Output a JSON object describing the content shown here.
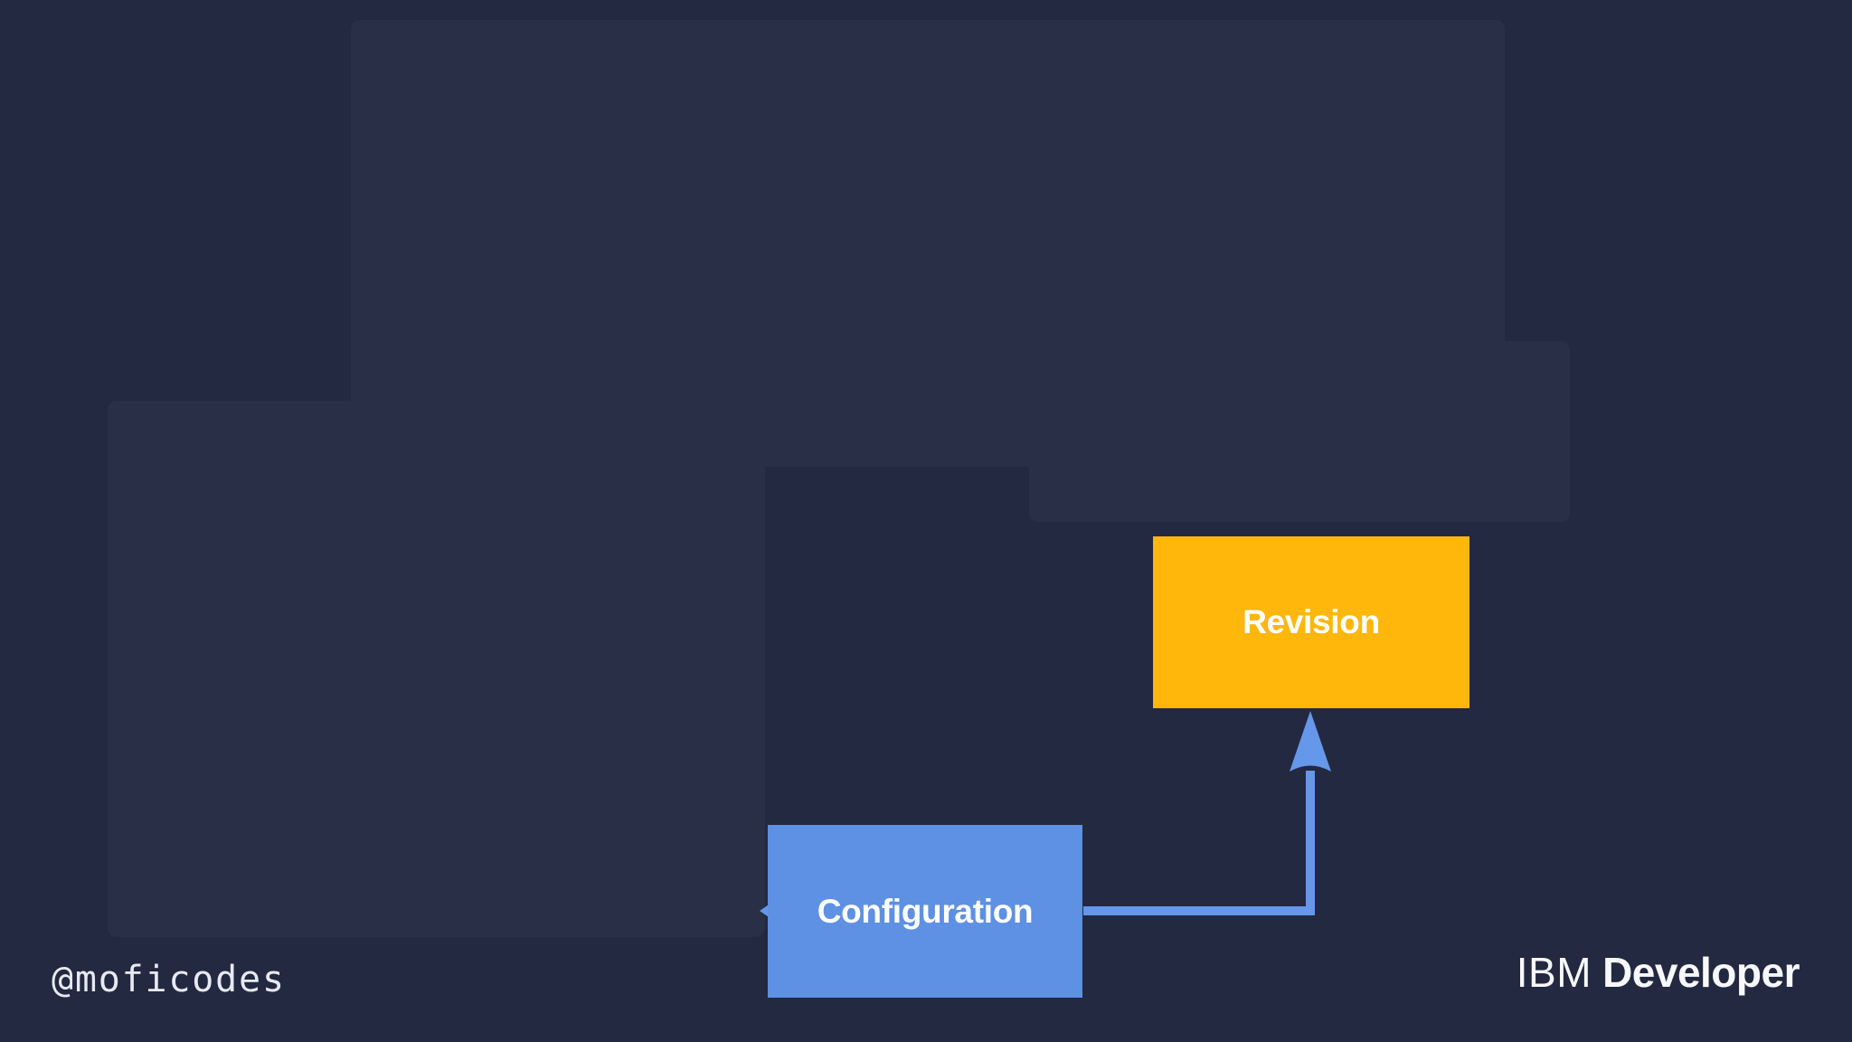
{
  "slide": {
    "type": "presentation-slide",
    "diagram": {
      "nodes": [
        {
          "id": "configuration",
          "label": "Configuration",
          "color": "#5E90E4",
          "text_color": "#FFFFFF"
        },
        {
          "id": "revision",
          "label": "Revision",
          "color": "#FEB70A",
          "text_color": "#FFFFFF"
        }
      ],
      "edges": [
        {
          "from": "configuration",
          "to": "revision",
          "shape": "elbow-up",
          "color": "#6597EA"
        },
        {
          "from": "offscreen-left",
          "to": "configuration",
          "shape": "arrowhead-stub",
          "color": "#6597EA"
        }
      ]
    },
    "footer": {
      "handle": "@moficodes",
      "brand": {
        "ibm": "IBM",
        "developer": "Developer"
      }
    },
    "colors": {
      "background": "#232940",
      "panel": "#282F46",
      "arrow_blue": "#6597EA",
      "configuration_blue": "#5E90E4",
      "revision_yellow": "#FEB70A",
      "footer_text": "#E7EAF3",
      "brand_text": "#F6F8FB"
    }
  }
}
